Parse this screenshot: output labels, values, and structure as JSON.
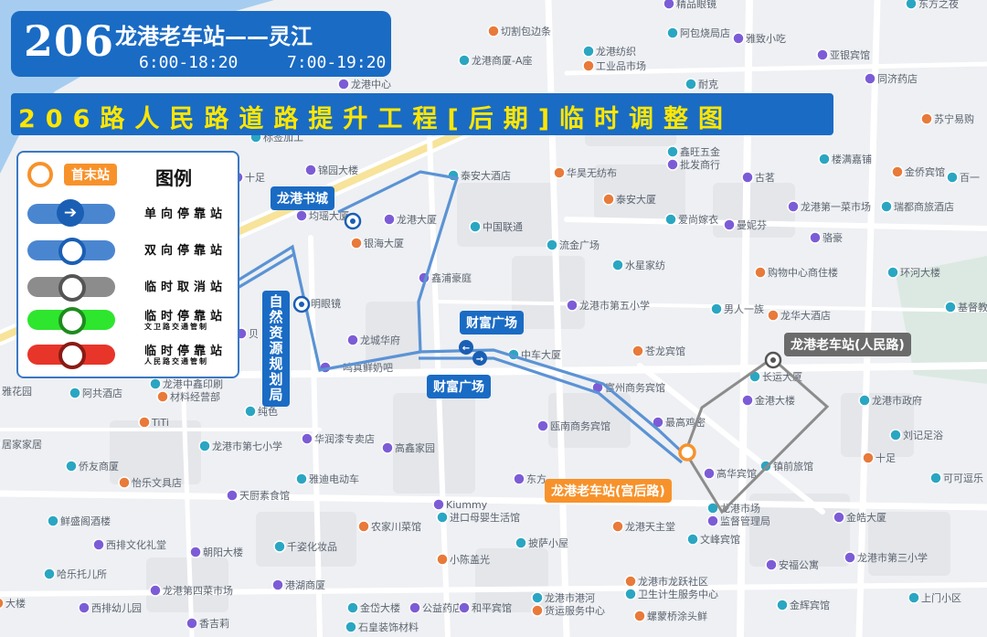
{
  "header": {
    "route_number": "206",
    "route_name": "龙港老车站——灵江",
    "hours_first": "6:00-18:20",
    "hours_second": "7:00-19:20"
  },
  "banner": {
    "text": "206路人民路道路提升工程[后期]临时调整图"
  },
  "legend": {
    "start_end_label": "首末站",
    "title": "图例",
    "rows": [
      {
        "label": "单向停靠站",
        "sub": ""
      },
      {
        "label": "双向停靠站",
        "sub": ""
      },
      {
        "label": "临时取消站",
        "sub": ""
      },
      {
        "label": "临时停靠站",
        "sub": "文卫路交通管制"
      },
      {
        "label": "临时停靠站",
        "sub": "人民路交通管制"
      }
    ]
  },
  "stops": {
    "longgang_bookstore": "龙港书城",
    "natural_resources_bureau": "自然资源规划局",
    "wealth_plaza_north": "财富广场",
    "wealth_plaza_south": "财富广场",
    "old_station_gonghou": "龙港老车站(宫后路)",
    "old_station_renmin": "龙港老车站(人民路)"
  },
  "colors": {
    "route_blue": "#1a6bc4",
    "route_line": "#5b93d4",
    "start_orange": "#f7922b",
    "cancelled_gray": "#8c8c8c",
    "temp_green": "#2ee62e",
    "temp_red": "#e8352a",
    "banner_text": "#ffe600"
  },
  "map_labels": [
    "精品眼镜",
    "东方之夜",
    "切割包边条",
    "阿包烧局店",
    "雅致小吃",
    "亚银宾馆",
    "龙港纺织",
    "工业品市场",
    "龙港商厦-A座",
    "同济药店",
    "龙港中心",
    "耐克",
    "苏宁易购",
    "标签加工",
    "十足",
    "锦园大楼",
    "泰安大酒店",
    "华昊无纺布",
    "鑫旺五金",
    "批发商行",
    "古茗",
    "楼满嘉铺",
    "金侨宾馆",
    "百一",
    "均瑶大厦",
    "龙港大厦",
    "中国联通",
    "泰安大厦",
    "爱尚嫁衣",
    "曼妮芬",
    "龙港第一菜市场",
    "瑞都商旅酒店",
    "银海大厦",
    "流金广场",
    "骆豪",
    "鑫浦豪庭",
    "水星家纺",
    "购物中心商住楼",
    "环河大楼",
    "明眼镜",
    "龙港市第五小学",
    "男人一族",
    "龙华大酒店",
    "基督教",
    "贝",
    "龙城华府",
    "中车大厦",
    "苍龙宾馆",
    "长运大厦",
    "一鸣真鲜奶吧",
    "雅花园",
    "龙港中鑫印刷",
    "材料经营部",
    "阿共酒店",
    "富州商务宾馆",
    "金港大楼",
    "龙港市政府",
    "TiTi",
    "纯色",
    "瓯南商务宾馆",
    "最高鸡密",
    "刘记足浴",
    "居家家居",
    "龙港市第七小学",
    "华润漆专卖店",
    "高鑫家园",
    "侨友商厦",
    "怡乐文具店",
    "雅迪电动车",
    "东方",
    "高华宾馆",
    "镇前旅馆",
    "十足",
    "可可逗乐",
    "天厨素食馆",
    "Kiummy",
    "进口母婴生活馆",
    "龙港天主堂",
    "龙港市场",
    "监督管理局",
    "金皓大厦",
    "鲜盛阁酒楼",
    "农家川菜馆",
    "文峰宾馆",
    "西排文化礼堂",
    "朝阳大楼",
    "千姿化妆品",
    "小陈盖光",
    "披萨小屋",
    "安福公寓",
    "龙港市第三小学",
    "哈乐托儿所",
    "龙港市龙跃社区",
    "卫生计生服务中心",
    "龙港第四菜市场",
    "港湖商厦",
    "上门小区",
    "大楼",
    "金岱大楼",
    "公益药店",
    "和平宾馆",
    "龙港市港河",
    "货运服务中心",
    "金辉宾馆",
    "西排幼儿园",
    "香吉莉",
    "石皇装饰材料",
    "螺蒙桥涂头鲜"
  ]
}
